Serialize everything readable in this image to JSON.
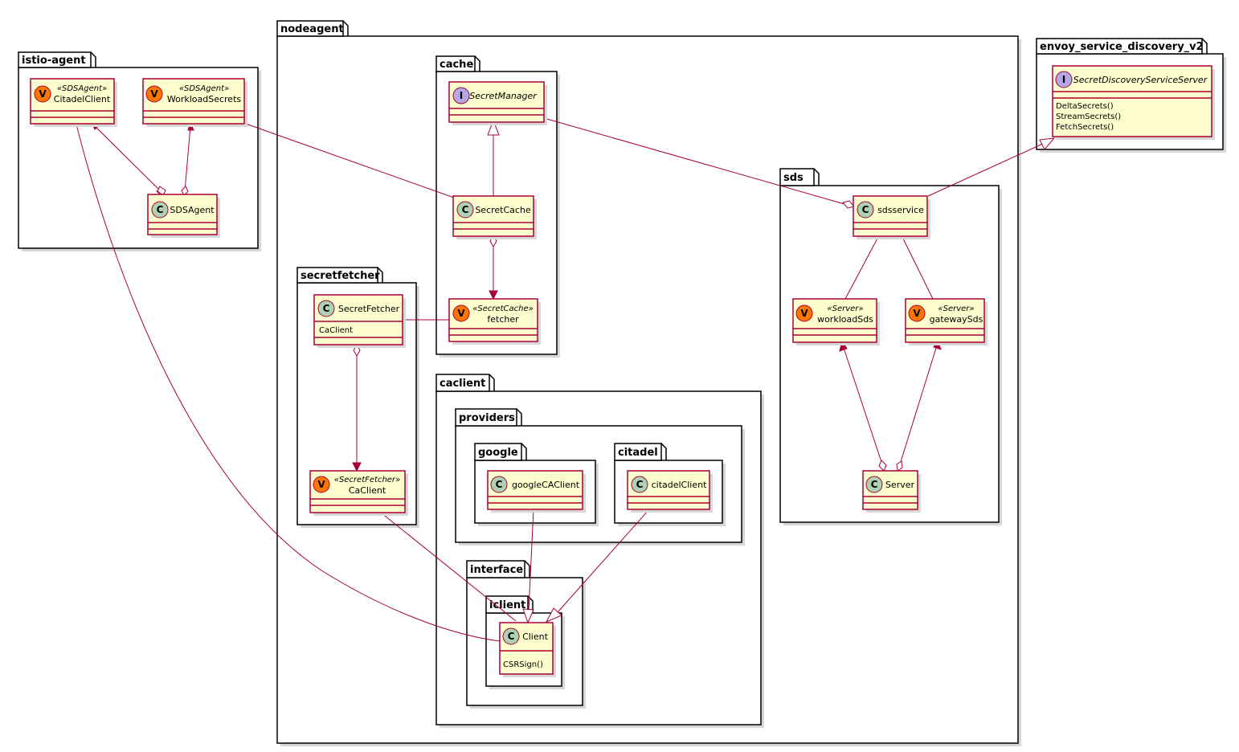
{
  "packages": {
    "istio_agent": "istio-agent",
    "nodeagent": "nodeagent",
    "envoy_service_discovery_v2": "envoy_service_discovery_v2",
    "cache": "cache",
    "secretfetcher": "secretfetcher",
    "caclient": "caclient",
    "providers": "providers",
    "google": "google",
    "citadel": "citadel",
    "interface": "interface",
    "iclient": "iclient",
    "sds": "sds"
  },
  "classes": {
    "CitadelClient": {
      "badge": "V",
      "stereotype": "«SDSAgent»",
      "name": "CitadelClient"
    },
    "WorkloadSecrets": {
      "badge": "V",
      "stereotype": "«SDSAgent»",
      "name": "WorkloadSecrets"
    },
    "SDSAgent": {
      "badge": "C",
      "name": "SDSAgent"
    },
    "SecretManager": {
      "badge": "I",
      "name": "SecretManager"
    },
    "SecretCache": {
      "badge": "C",
      "name": "SecretCache"
    },
    "fetcher": {
      "badge": "V",
      "stereotype": "«SecretCache»",
      "name": "fetcher"
    },
    "SecretFetcher": {
      "badge": "C",
      "name": "SecretFetcher",
      "members": [
        "CaClient"
      ]
    },
    "CaClientVar": {
      "badge": "V",
      "stereotype": "«SecretFetcher»",
      "name": "CaClient"
    },
    "googleCAClient": {
      "badge": "C",
      "name": "googleCAClient"
    },
    "citadelClient": {
      "badge": "C",
      "name": "citadelClient"
    },
    "Client": {
      "badge": "C",
      "name": "Client",
      "members": [
        "CSRSign()"
      ]
    },
    "sdsservice": {
      "badge": "C",
      "name": "sdsservice"
    },
    "workloadSds": {
      "badge": "V",
      "stereotype": "«Server»",
      "name": "workloadSds"
    },
    "gatewaySds": {
      "badge": "V",
      "stereotype": "«Server»",
      "name": "gatewaySds"
    },
    "Server": {
      "badge": "C",
      "name": "Server"
    },
    "SecretDiscoveryServiceServer": {
      "badge": "I",
      "name": "SecretDiscoveryServiceServer",
      "members": [
        "DeltaSecrets()",
        "StreamSecrets()",
        "FetchSecrets()"
      ]
    }
  },
  "colors": {
    "class_fill": "#FEFECE",
    "class_border": "#A80036",
    "badge_class": "#ADD1B2",
    "badge_var": "#FF7700",
    "badge_interface": "#B4A7E5"
  }
}
